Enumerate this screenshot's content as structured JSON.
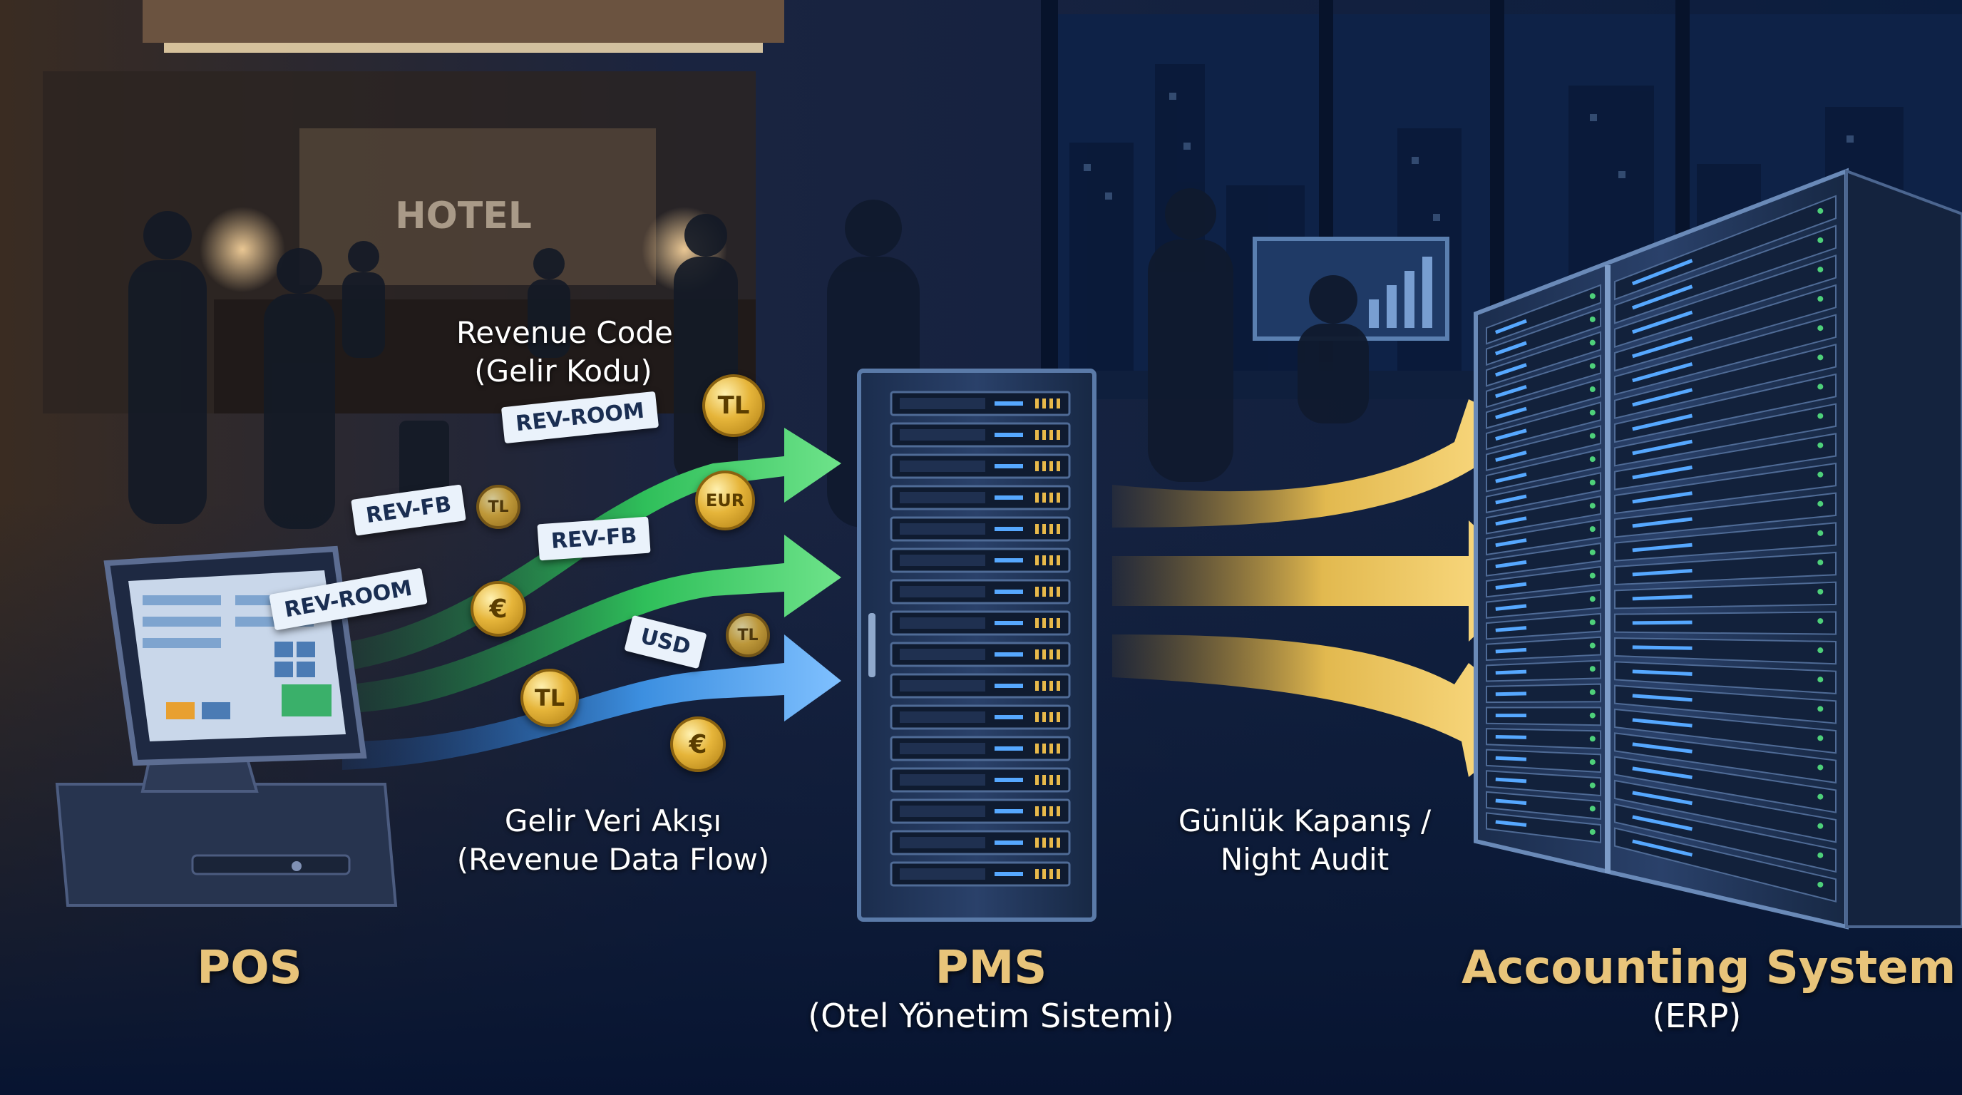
{
  "scene": {
    "hotel_sign": "HOTEL",
    "colors": {
      "background": "#0a1a36",
      "green_flow": "#2fbf5a",
      "blue_flow": "#3c8fe0",
      "gold_flow": "#e2b94f",
      "label_gold": "#e8c47a"
    }
  },
  "revenue_code": {
    "line1": "Revenue Code",
    "line2": "(Gelir Kodu)"
  },
  "revenue_flow": {
    "line1": "Gelir Veri Akışı",
    "line2": "(Revenue Data Flow)"
  },
  "night_audit": {
    "line1": "Günlük Kapanış /",
    "line2": "Night Audit"
  },
  "tags": [
    {
      "text": "REV-ROOM"
    },
    {
      "text": "REV-FB"
    },
    {
      "text": "REV-FB"
    },
    {
      "text": "REV-ROOM"
    },
    {
      "text": "USD"
    }
  ],
  "coins": [
    {
      "text": "TL"
    },
    {
      "text": "EUR"
    },
    {
      "text": "TL"
    },
    {
      "text": "€"
    },
    {
      "text": "TL"
    },
    {
      "text": "TL"
    },
    {
      "text": "€"
    }
  ],
  "nodes": {
    "pos": {
      "title": "POS"
    },
    "pms": {
      "title": "PMS",
      "subtitle": "(Otel Yönetim Sistemi)"
    },
    "accounting": {
      "title": "Accounting System",
      "subtitle": "(ERP)"
    }
  }
}
